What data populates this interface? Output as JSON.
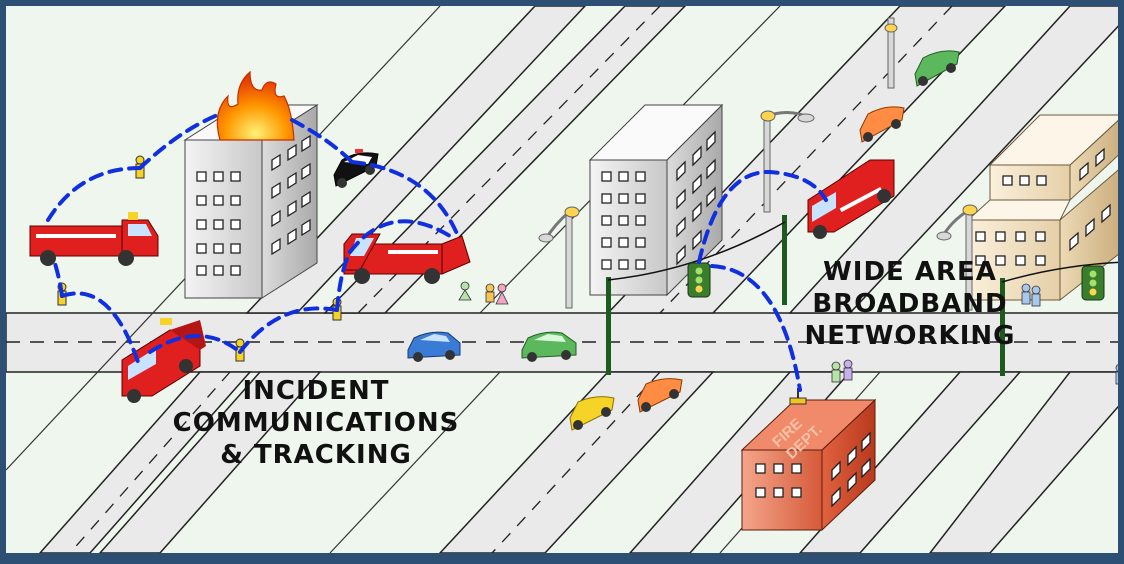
{
  "labels": {
    "incident": [
      "INCIDENT",
      "COMMUNICATIONS",
      "& TRACKING"
    ],
    "wan": [
      "WIDE AREA",
      "BROADBAND",
      "NETWORKING"
    ],
    "fire_sign": [
      "FIRE",
      "DEPT."
    ]
  },
  "colors": {
    "frame": "#2c4f73",
    "ground": "#eef6ee",
    "link": "#1030e0",
    "fire_truck": "#e01f1f",
    "pole": "#1d5a1d"
  }
}
